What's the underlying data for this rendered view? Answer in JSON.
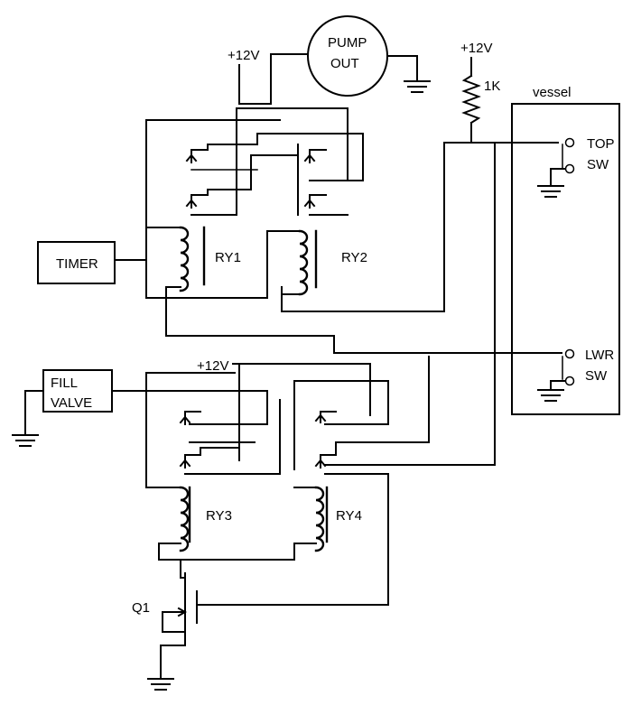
{
  "labels": {
    "supply_top": "+12V",
    "supply_resistor": "+12V",
    "supply_lower": "+12V",
    "pump_line1": "PUMP",
    "pump_line2": "OUT",
    "resistor": "1K",
    "vessel": "vessel",
    "top_sw_line1": "TOP",
    "top_sw_line2": "SW",
    "lwr_sw_line1": "LWR",
    "lwr_sw_line2": "SW",
    "timer": "TIMER",
    "fill_line1": "FILL",
    "fill_line2": "VALVE",
    "ry1": "RY1",
    "ry2": "RY2",
    "ry3": "RY3",
    "ry4": "RY4",
    "q1": "Q1"
  },
  "colors": {
    "ink": "#000000",
    "paper": "#ffffff"
  }
}
